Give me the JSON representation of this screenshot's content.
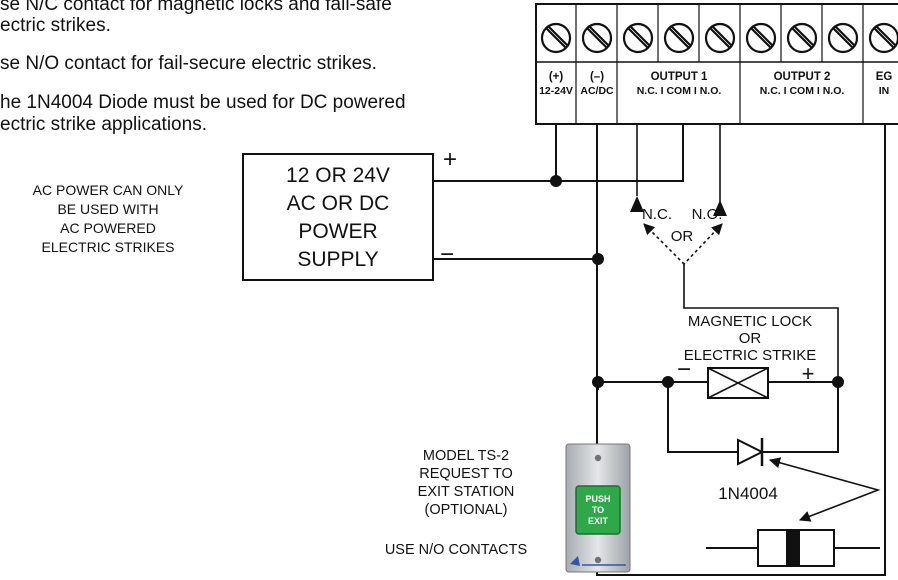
{
  "notes": {
    "line1a": "se N/C contact for magnetic locks and fail-safe",
    "line1b": "ectric strikes.",
    "line2": "se N/O contact for fail-secure electric strikes.",
    "line3a": "he 1N4004 Diode must be used for DC powered",
    "line3b": "ectric strike applications."
  },
  "ac_note": [
    "AC POWER CAN ONLY",
    "BE USED WITH",
    "AC POWERED",
    "ELECTRIC STRIKES"
  ],
  "power_supply": {
    "lines": [
      "12 OR 24V",
      "AC OR DC",
      "POWER",
      "SUPPLY"
    ],
    "plus": "+",
    "minus": "−"
  },
  "terminal_block": {
    "power_plus_top": "(+)",
    "power_plus_bottom": "12-24V",
    "power_minus_top": "(–)",
    "power_minus_bottom": "AC/DC",
    "output1_header": "OUTPUT 1",
    "output1_terms": "N.C. I COM I  N.O.",
    "output2_header": "OUTPUT 2",
    "output2_terms": "N.C. I COM I  N.O.",
    "eg_top": "EG",
    "eg_bottom": "IN"
  },
  "contacts": {
    "nc": "N.C.",
    "no": "N.O.",
    "or": "OR"
  },
  "lock_label": [
    "MAGNETIC LOCK",
    "OR",
    "ELECTRIC STRIKE"
  ],
  "lock_minus": "−",
  "lock_plus": "+",
  "diode_label": "1N4004",
  "rex": {
    "lines": [
      "MODEL TS-2",
      "REQUEST TO",
      "EXIT STATION",
      "(OPTIONAL)"
    ],
    "contacts_note": "USE N/O CONTACTS",
    "button": [
      "PUSH",
      "TO",
      "EXIT"
    ]
  },
  "colors": {
    "line": "#111111",
    "button_green": "#2fa84a",
    "plate": "#c9cdd1"
  }
}
